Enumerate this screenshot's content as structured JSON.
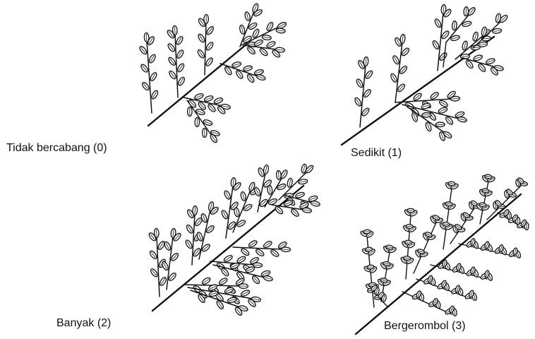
{
  "figure": {
    "panels": [
      {
        "id": "panel-0",
        "label": "Tidak bercabang (0)",
        "branching_level": 0
      },
      {
        "id": "panel-1",
        "label": "Sedikit (1)",
        "branching_level": 1
      },
      {
        "id": "panel-2",
        "label": "Banyak (2)",
        "branching_level": 2
      },
      {
        "id": "panel-3",
        "label": "Bergerombol (3)",
        "branching_level": 3
      }
    ],
    "colors": {
      "line": "#111111",
      "background": "#ffffff"
    }
  }
}
